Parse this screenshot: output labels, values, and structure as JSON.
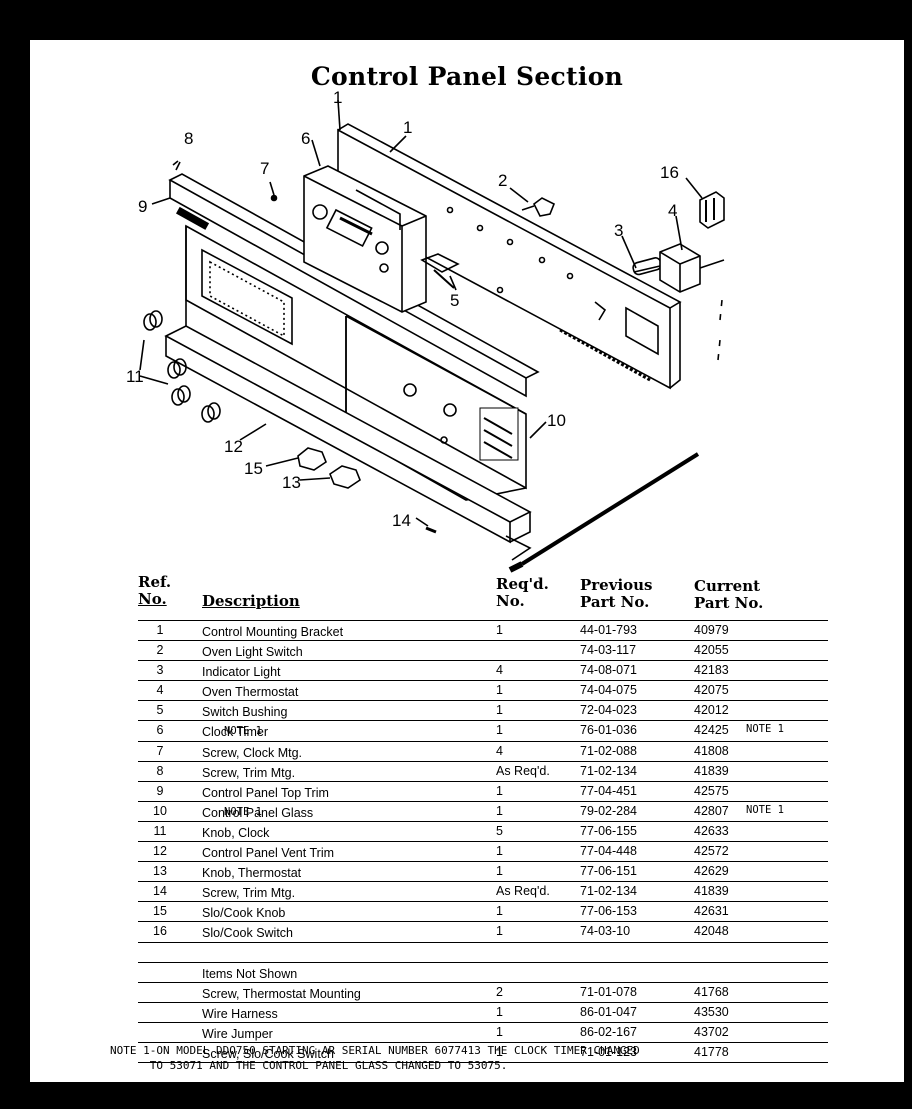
{
  "title": "Control Panel Section",
  "headers": {
    "ref_line1": "Ref.",
    "ref_line2": "No.",
    "desc": "Description",
    "req_line1": "Req'd.",
    "req_line2": "No.",
    "prev_line1": "Previous",
    "prev_line2": "Part No.",
    "cur_line1": "Current",
    "cur_line2": "Part No."
  },
  "callouts": [
    "1",
    "1",
    "2",
    "3",
    "4",
    "5",
    "6",
    "7",
    "8",
    "9",
    "10",
    "11",
    "12",
    "13",
    "14",
    "15",
    "16"
  ],
  "parts": [
    {
      "ref": "1",
      "desc": "Control Mounting Bracket",
      "note": "",
      "req": "1",
      "prev": "44-01-793",
      "cur": "40979",
      "cur_note": ""
    },
    {
      "ref": "2",
      "desc": "Oven Light Switch",
      "note": "",
      "req": "",
      "prev": "74-03-117",
      "cur": "42055",
      "cur_note": ""
    },
    {
      "ref": "3",
      "desc": "Indicator Light",
      "note": "",
      "req": "4",
      "prev": "74-08-071",
      "cur": "42183",
      "cur_note": ""
    },
    {
      "ref": "4",
      "desc": "Oven Thermostat",
      "note": "",
      "req": "1",
      "prev": "74-04-075",
      "cur": "42075",
      "cur_note": ""
    },
    {
      "ref": "5",
      "desc": "Switch Bushing",
      "note": "",
      "req": "1",
      "prev": "72-04-023",
      "cur": "42012",
      "cur_note": ""
    },
    {
      "ref": "6",
      "desc": "Clock Timer",
      "note": "NOTE 1",
      "req": "1",
      "prev": "76-01-036",
      "cur": "42425",
      "cur_note": "NOTE 1"
    },
    {
      "ref": "7",
      "desc": "Screw, Clock Mtg.",
      "note": "",
      "req": "4",
      "prev": "71-02-088",
      "cur": "41808",
      "cur_note": ""
    },
    {
      "ref": "8",
      "desc": "Screw, Trim Mtg.",
      "note": "",
      "req": "As Req'd.",
      "prev": "71-02-134",
      "cur": "41839",
      "cur_note": ""
    },
    {
      "ref": "9",
      "desc": "Control Panel Top Trim",
      "note": "",
      "req": "1",
      "prev": "77-04-451",
      "cur": "42575",
      "cur_note": ""
    },
    {
      "ref": "10",
      "desc": "Control Panel Glass",
      "note": "NOTE 1",
      "req": "1",
      "prev": "79-02-284",
      "cur": "42807",
      "cur_note": "NOTE 1"
    },
    {
      "ref": "11",
      "desc": "Knob, Clock",
      "note": "",
      "req": "5",
      "prev": "77-06-155",
      "cur": "42633",
      "cur_note": ""
    },
    {
      "ref": "12",
      "desc": "Control Panel Vent Trim",
      "note": "",
      "req": "1",
      "prev": "77-04-448",
      "cur": "42572",
      "cur_note": ""
    },
    {
      "ref": "13",
      "desc": "Knob, Thermostat",
      "note": "",
      "req": "1",
      "prev": "77-06-151",
      "cur": "42629",
      "cur_note": ""
    },
    {
      "ref": "14",
      "desc": "Screw, Trim Mtg.",
      "note": "",
      "req": "As Req'd.",
      "prev": "71-02-134",
      "cur": "41839",
      "cur_note": ""
    },
    {
      "ref": "15",
      "desc": "Slo/Cook Knob",
      "note": "",
      "req": "1",
      "prev": "77-06-153",
      "cur": "42631",
      "cur_note": ""
    },
    {
      "ref": "16",
      "desc": "Slo/Cook Switch",
      "note": "",
      "req": "1",
      "prev": "74-03-10",
      "cur": "42048",
      "cur_note": ""
    },
    {
      "ref": "",
      "desc": "",
      "note": "",
      "req": "",
      "prev": "",
      "cur": "",
      "cur_note": ""
    },
    {
      "ref": "",
      "desc": "Items Not Shown",
      "note": "",
      "req": "",
      "prev": "",
      "cur": "",
      "cur_note": ""
    },
    {
      "ref": "",
      "desc": "Screw, Thermostat Mounting",
      "note": "",
      "req": "2",
      "prev": "71-01-078",
      "cur": "41768",
      "cur_note": ""
    },
    {
      "ref": "",
      "desc": "Wire Harness",
      "note": "",
      "req": "1",
      "prev": "86-01-047",
      "cur": "43530",
      "cur_note": ""
    },
    {
      "ref": "",
      "desc": "Wire Jumper",
      "note": "",
      "req": "1",
      "prev": "86-02-167",
      "cur": "43702",
      "cur_note": ""
    },
    {
      "ref": "",
      "desc": "Screw, Slo/Cook Switch",
      "note": "",
      "req": "1",
      "prev": "71-01-123",
      "cur": "41778",
      "cur_note": ""
    }
  ],
  "footnote": "NOTE 1-ON MODEL DDO750 STARTING AR SERIAL NUMBER 6077413 THE CLOCK TIMER CHANGED\n      TO 53071 AND THE CONTROL PANEL GLASS CHANGED TO 53075."
}
